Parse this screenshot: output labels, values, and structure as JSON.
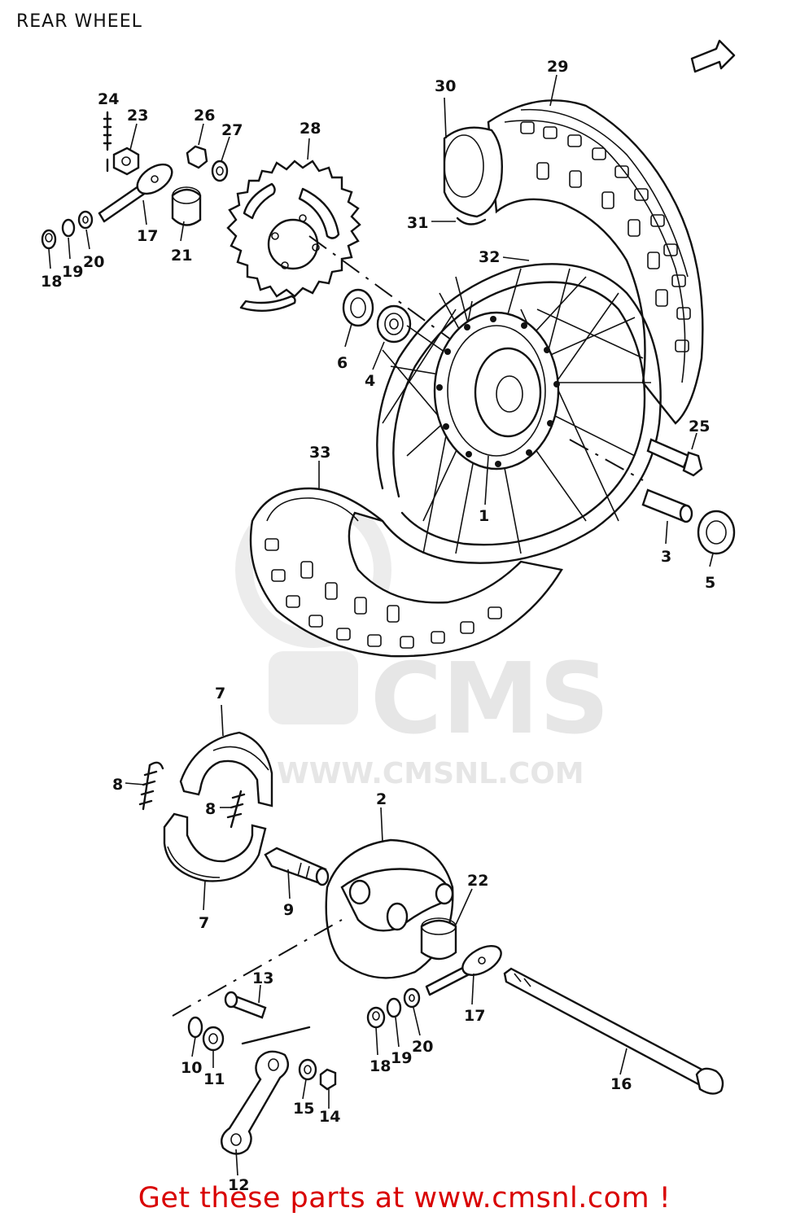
{
  "title": "REAR WHEEL",
  "footer": "Get these parts at www.cmsnl.com !",
  "watermark": {
    "brand": "CMS",
    "url": "WWW.CMSNL.COM"
  },
  "colors": {
    "footer": "#d90000",
    "line": "#111111",
    "watermark": "#e6e6e6"
  },
  "icons": {
    "front_arrow": "arrow-icon"
  },
  "labels": {
    "l24": "24",
    "l23": "23",
    "l26": "26",
    "l27": "27",
    "l28": "28",
    "l30": "30",
    "l29": "29",
    "l17a": "17",
    "l21": "21",
    "l18a": "18",
    "l19a": "19",
    "l20a": "20",
    "l31": "31",
    "l32": "32",
    "l6": "6",
    "l4": "4",
    "l25": "25",
    "l33": "33",
    "l1": "1",
    "l3": "3",
    "l5": "5",
    "l7a": "7",
    "l8a": "8",
    "l8b": "8",
    "l7b": "7",
    "l9": "9",
    "l2": "2",
    "l22": "22",
    "l13": "13",
    "l17b": "17",
    "l18b": "18",
    "l19b": "19",
    "l20b": "20",
    "l10": "10",
    "l11": "11",
    "l15": "15",
    "l14": "14",
    "l16": "16",
    "l12": "12"
  }
}
